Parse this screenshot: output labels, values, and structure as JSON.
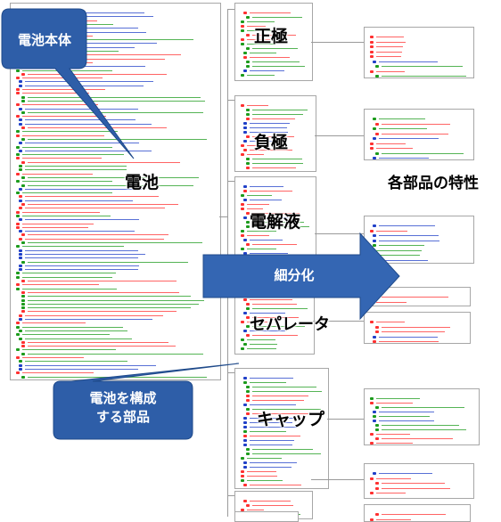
{
  "annotations": {
    "battery_body": "電池本体",
    "component_parts": "電池を構成\nする部品",
    "refine": "細分化",
    "characteristics": "各部品の特性"
  },
  "components": {
    "positive": "正極",
    "negative": "負極",
    "battery": "電池",
    "electrolyte": "電解液",
    "separator": "セパレータ",
    "cap": "キャップ"
  },
  "colors": {
    "callout_blue": "#2e5ea8",
    "arrow_blue": "#3466b3",
    "red_text": "#ff3030",
    "green_text": "#1c9b1c",
    "blue_text": "#2040c8"
  }
}
